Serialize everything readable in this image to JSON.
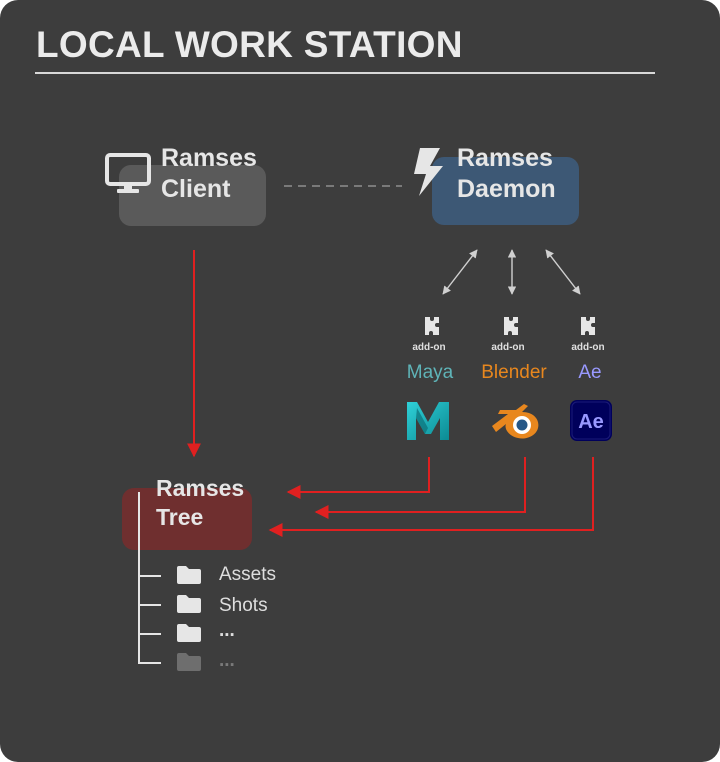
{
  "title": "LOCAL WORK STATION",
  "client": {
    "line1": "Ramses",
    "line2": "Client"
  },
  "daemon": {
    "line1": "Ramses",
    "line2": "Daemon"
  },
  "tree": {
    "line1": "Ramses",
    "line2": "Tree",
    "items": [
      {
        "label": "Assets"
      },
      {
        "label": "Shots"
      },
      {
        "label": "..."
      },
      {
        "label": "..."
      }
    ]
  },
  "addons": [
    {
      "caption": "add-on",
      "app": "Maya",
      "app_color": "#5fb4b8"
    },
    {
      "caption": "add-on",
      "app": "Blender",
      "app_color": "#e8871e"
    },
    {
      "caption": "add-on",
      "app": "Ae",
      "app_color": "#9999ff"
    }
  ],
  "ae_logo_text": "Ae",
  "colors": {
    "background": "#3d3d3d",
    "client_box": "#5a5a5a",
    "daemon_box": "#3d5875",
    "tree_box": "#6f2f2f",
    "arrow_red": "#e02020"
  }
}
